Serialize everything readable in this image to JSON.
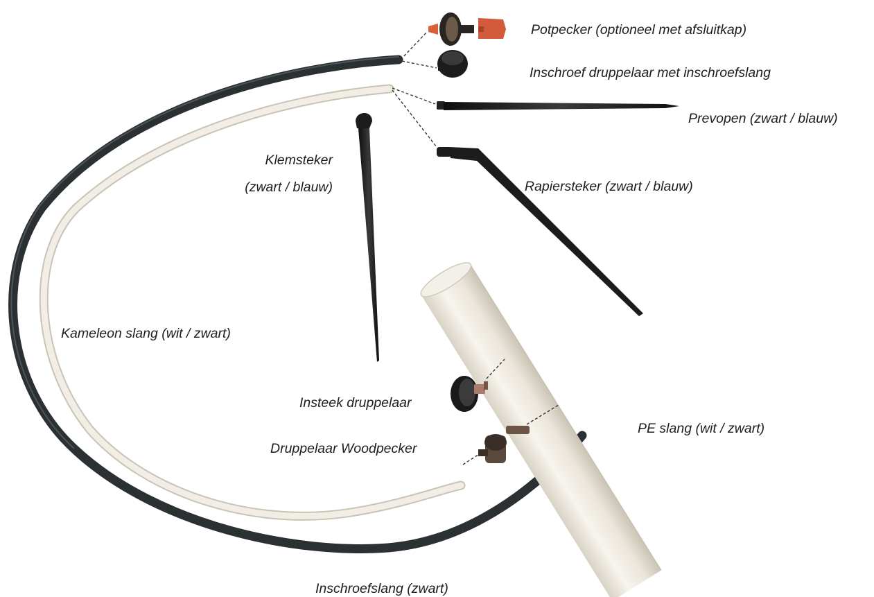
{
  "labels": {
    "potpecker": "Potpecker (optioneel met afsluitkap)",
    "inschroef_druppelaar": "Inschroef druppelaar met inschroefslang",
    "prevopen": "Prevopen (zwart / blauw)",
    "klemsteker_line1": "Klemsteker",
    "klemsteker_line2": "(zwart / blauw)",
    "rapiersteker": "Rapiersteker (zwart / blauw)",
    "kameleon_slang": "Kameleon slang (wit / zwart)",
    "insteek_druppelaar": "Insteek druppelaar",
    "pe_slang": "PE slang (wit / zwart)",
    "woodpecker": "Druppelaar Woodpecker",
    "inschroefslang": "Inschroefslang (zwart)"
  },
  "colors": {
    "black_hose": "#2b3033",
    "white_hose": "#ece7dc",
    "part_black": "#1f1f1f",
    "part_orange": "#d9603a",
    "dash": "#333333"
  }
}
